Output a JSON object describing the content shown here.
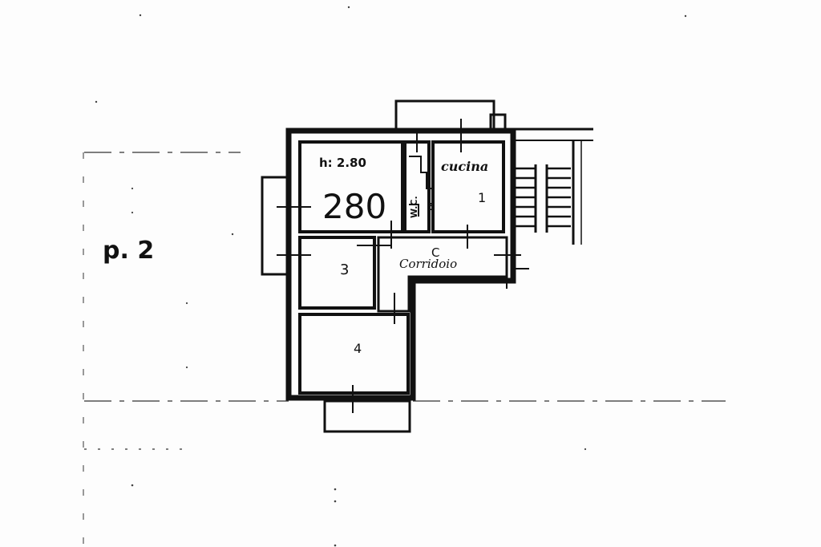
{
  "floor_label": "p. 2",
  "height_note": "h: 2.80",
  "height_value": "280",
  "rooms": {
    "kitchen": "cucina",
    "kitchen_number": "1",
    "corridor": "Corridoio",
    "corridor_number": "C",
    "wc": "W.C.",
    "wc_number": "5",
    "room_3": "3",
    "room_4": "4"
  }
}
